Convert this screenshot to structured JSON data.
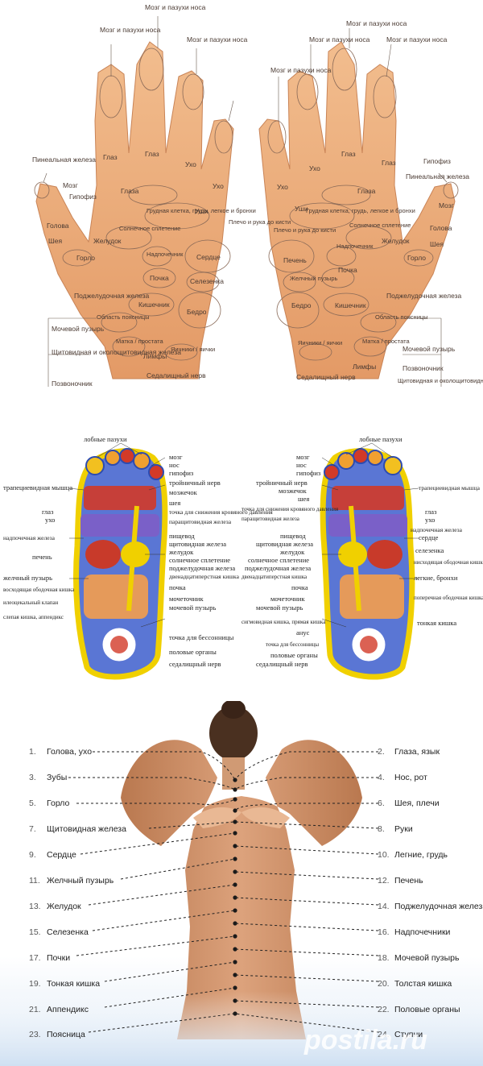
{
  "hands": {
    "left": [
      "Мозг и пазухи носа",
      "Мозг и пазухи носа",
      "Мозг и пазухи носа",
      "Пинеальная железа",
      "Мозг",
      "Гипофиз",
      "Голова",
      "Шея",
      "Горло",
      "Желудок",
      "Поджелудочная железа",
      "Мочевой пузырь",
      "Щитовидная и околощитовидная железа",
      "Позвоночник",
      "Глаз",
      "Глаз",
      "Ухо",
      "Ухо",
      "Глаза",
      "Грудная клетка, грудь, легкое и бронхи",
      "Солнечное сплетение",
      "Уши",
      "Плечо и рука до кисти",
      "Надпочечник",
      "Сердце",
      "Почка",
      "Селезенка",
      "Кишечник",
      "Бедро",
      "Область поясницы",
      "Матка / простата",
      "Яичники / яички",
      "Лимфы",
      "Седалищный нерв"
    ],
    "right": [
      "Мозг и пазухи носа",
      "Мозг и пазухи носа",
      "Мозг и пазухи носа",
      "Мозг и пазухи носа",
      "Гипофиз",
      "Пинеальная железа",
      "Мозг",
      "Голова",
      "Шея",
      "Горло",
      "Желудок",
      "Поджелудочная железа",
      "Область поясницы",
      "Мочевой пузырь",
      "Позвоночник",
      "Щитовидная и околощитовидная железа",
      "Глаз",
      "Глаз",
      "Ухо",
      "Ухо",
      "Глаза",
      "Грудная клетка, грудь, легкое и бронхи",
      "Уши",
      "Солнечное сплетение",
      "Плечо и рука до кисти",
      "Печень",
      "Надпочечник",
      "Почка",
      "Желчный пузырь",
      "Бедро",
      "Кишечник",
      "Яичники / яички",
      "Матка / простата",
      "Седалищный нерв",
      "Лимфы"
    ]
  },
  "feet": {
    "left_top": "лобные пазухи",
    "right_top": "лобные пазухи",
    "left": [
      "мозг",
      "нос",
      "гипофиз",
      "тройничный нерв",
      "мозжечок",
      "шея",
      "точка для снижения кровяного давления",
      "паращитовидная железа",
      "пищевод",
      "щитовидная железа",
      "желудок",
      "солнечное сплетение",
      "поджелудочная железа",
      "двенадцатиперстная кишка",
      "почка",
      "мочеточник",
      "мочевой пузырь",
      "точка для бессонницы",
      "половые органы",
      "седалищный нерв",
      "трапециевидная мышца",
      "глаз",
      "ухо",
      "надпочечная железа",
      "печень",
      "желчный пузырь",
      "восходящая ободочная кишка",
      "илеоцекальный клапан",
      "слепая кишка, аппендикс"
    ],
    "right": [
      "мозг",
      "нос",
      "гипофиз",
      "тройничный нерв",
      "мозжечок",
      "шея",
      "точка для снижения кровяного давления",
      "паращитовидная железа",
      "пищевод",
      "щитовидная железа",
      "желудок",
      "солнечное сплетение",
      "поджелудочная железа",
      "двенадцатиперстная кишка",
      "почка",
      "мочеточник",
      "мочевой пузырь",
      "сигмовидная кишка, прямая кишка",
      "анус",
      "точка для бессонницы",
      "половые органы",
      "седалищный нерв",
      "трапециевидная мышца",
      "глаз",
      "ухо",
      "надпочечная железа",
      "сердце",
      "селезенка",
      "нисходящая ободочная кишка",
      "легкие, бронхи",
      "поперечная ободочная кишка",
      "тонкая кишка"
    ]
  },
  "back": {
    "items": [
      {
        "num": "1.",
        "label": "Голова, ухо"
      },
      {
        "num": "2.",
        "label": "Глаза, язык"
      },
      {
        "num": "3.",
        "label": "Зубы"
      },
      {
        "num": "4.",
        "label": "Нос, рот"
      },
      {
        "num": "5.",
        "label": "Горло"
      },
      {
        "num": "6.",
        "label": "Шея, плечи"
      },
      {
        "num": "7.",
        "label": "Щитовидная железа"
      },
      {
        "num": "8.",
        "label": "Руки"
      },
      {
        "num": "9.",
        "label": "Сердце"
      },
      {
        "num": "10.",
        "label": "Легние, грудь"
      },
      {
        "num": "11.",
        "label": "Желчный пузырь"
      },
      {
        "num": "12.",
        "label": "Печень"
      },
      {
        "num": "13.",
        "label": "Желудок"
      },
      {
        "num": "14.",
        "label": "Поджелудочная железа"
      },
      {
        "num": "15.",
        "label": "Селезенка"
      },
      {
        "num": "16.",
        "label": "Надпочечники"
      },
      {
        "num": "17.",
        "label": "Почки"
      },
      {
        "num": "18.",
        "label": "Мочевой пузырь"
      },
      {
        "num": "19.",
        "label": "Тонкая кишка"
      },
      {
        "num": "20.",
        "label": "Толстая кишка"
      },
      {
        "num": "21.",
        "label": "Аппендикс"
      },
      {
        "num": "22.",
        "label": "Половые органы"
      },
      {
        "num": "23.",
        "label": "Поясница"
      },
      {
        "num": "24.",
        "label": "Ступни"
      }
    ]
  },
  "watermark": "postila.ru",
  "colors": {
    "skin_hand": "#e8a878",
    "foot_outline": "#f0d000",
    "foot_blue": "#3c5fc8",
    "foot_red": "#d23a28",
    "back_skin": "#c98a63",
    "spine_dot": "#1a1a1a"
  }
}
